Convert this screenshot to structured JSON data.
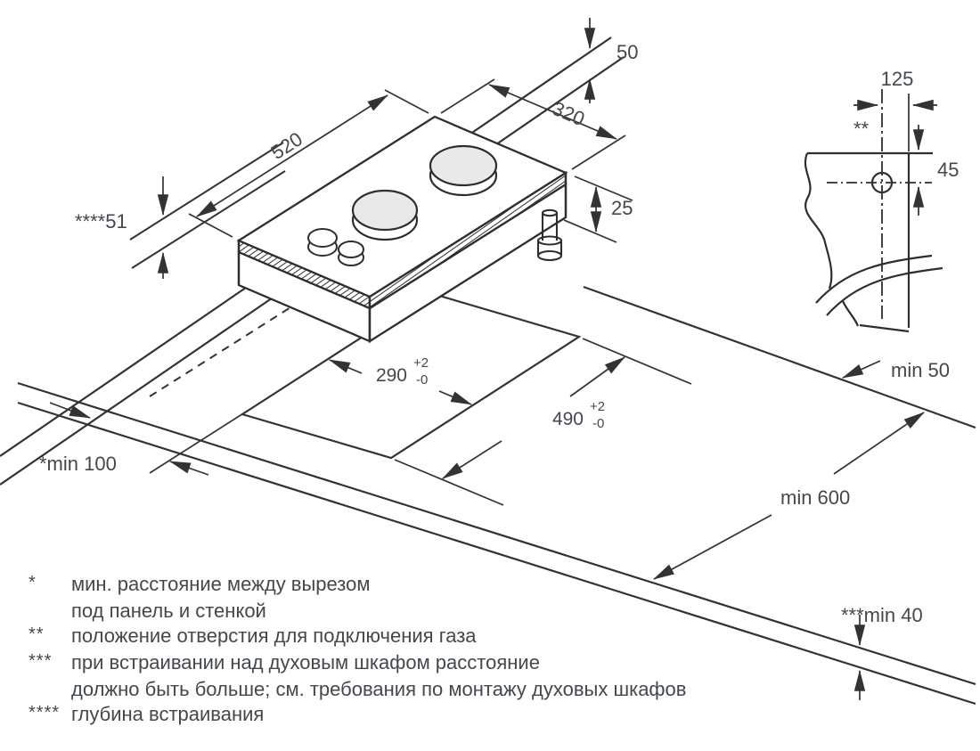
{
  "diagram": {
    "title_semantic": "gas-hob-installation-drawing",
    "hob": {
      "width": "520",
      "depth": "320",
      "rear_gap": "50",
      "pipe_offset": "25",
      "embed_depth": "****51"
    },
    "cutout": {
      "width": "290",
      "width_tol_plus": "+2",
      "width_tol_minus": "-0",
      "length": "490",
      "length_tol_plus": "+2",
      "length_tol_minus": "-0"
    },
    "clearances": {
      "rear": "min 50",
      "front_depth": "min 600",
      "side": "*min 100",
      "oven_gap": "***min 40"
    },
    "gas_detail": {
      "horizontal_offset": "125",
      "marker": "**",
      "vertical_offset": "45"
    },
    "footnotes": [
      {
        "marker": "*",
        "line1": "мин. расстояние между вырезом",
        "line2": "под панель и стенкой"
      },
      {
        "marker": "**",
        "line1": "положение отверстия для подключения газа"
      },
      {
        "marker": "***",
        "line1": "при встраивании над духовым шкафом расстояние",
        "line2": "должно быть больше; см. требования по монтажу духовых шкафов"
      },
      {
        "marker": "****",
        "line1": "глубина встраивания"
      }
    ],
    "colors": {
      "line": "#333333",
      "label": "#43484d",
      "burner_fill": "#e9e9e9",
      "background": "#ffffff"
    }
  }
}
